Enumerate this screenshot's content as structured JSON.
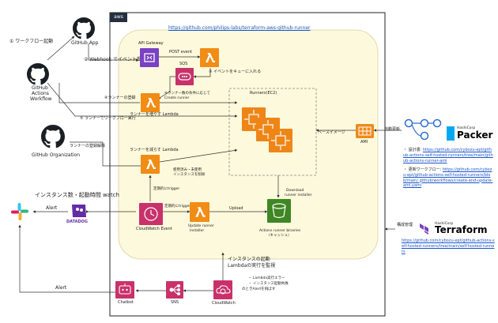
{
  "diagram": {
    "repo_url": "https://github.com/philips-labs/terraform-aws-github-runner",
    "aws_label": "aws",
    "nodes": {
      "github_app": "GitHub App",
      "github_actions": [
        "GitHub",
        "Actions",
        "Workflow"
      ],
      "github_org": "GitHub Organization",
      "api_gateway": "API Gateway",
      "sqs": "SQS",
      "runners": "Runners(EC2)",
      "ami": "AMI",
      "cloudwatch_event": "CloudWatch Event",
      "update_runner_installer": [
        "Update runner",
        "Installer"
      ],
      "s3": [
        "Actions runner binaries",
        "（キャッシュ）"
      ],
      "sns": "SNS",
      "cloudwatch": "CloudWatch",
      "chatbot": "Chatbot",
      "datadog": "DATADOG",
      "packer_brand": "HashiCorp",
      "packer": "Packer",
      "terraform_brand": "HashiCorp",
      "terraform": "Terraform"
    },
    "labels": {
      "workflow_start": "① ワークフロー起動",
      "webhook": "② Webhook でイベント受信",
      "post_event": "POST event",
      "enqueue": "③ イベントをキューに入れる",
      "register_runner": "④ランナーの登録",
      "create_runner_1": "④ランナー数の条件に応じて",
      "create_runner_2": "Create runner",
      "run_workflow": "⑤ ランナーでワークフロー実行",
      "scale_up_lambda": "ランナーを増やす Lambda",
      "deregister": "ランナーの登録解除",
      "scale_down_lambda": "ランナーを減らす Lambda",
      "unused_1": "使用済み・未使用",
      "unused_2": "インスタンスを削除",
      "periodic_trigger_1": "定期的にtrigger",
      "periodic_trigger_2": "定期的にtrigger",
      "upload": "Upload",
      "download_1": "Download",
      "download_2": "runner installer",
      "base_image": "ベースイメージ",
      "auto_update": "自動更新",
      "config_mgmt": "構成管理",
      "watch_title": "インスタンス数・起動時間 watch",
      "alert_1": "Alert",
      "alert_2": "Alert",
      "monitor_1": "インスタンスの起動",
      "monitor_2": "Lambdaの実行を監視",
      "err_1": "・ Lambda実行エラー",
      "err_2": "・ インスタンス起動失敗",
      "err_3": "のときAlertを飛ばす"
    },
    "notes": {
      "design_label": "・ 設計書: ",
      "design_link": "https://github.com/cybozu-ept/github-actions-self-hosted-runners/tree/main/github-actions-runner-ami",
      "workflow_label": "・ 更新ワークフロー: ",
      "workflow_link": "https://github.com/cybozu-ept/github-actions-self-hosted-runners/blob/main/.github/workflows/create-and-update-ami.yaml",
      "terraform_link": "https://github.com/cybozu-ept/github-actions-self-hosted-runners/tree/main/self-hosted-runners"
    },
    "icons": {
      "github": "github-octocat-icon",
      "lambda": "aws-lambda-icon",
      "api_gateway": "api-gateway-icon",
      "sqs": "sqs-queue-icon",
      "ec2": "ec2-instance-icon",
      "s3": "s3-bucket-icon",
      "cloudwatch": "cloudwatch-icon",
      "sns": "sns-icon",
      "chatbot": "chatbot-icon",
      "slack": "slack-icon",
      "datadog": "datadog-icon",
      "packer": "packer-icon",
      "terraform": "terraform-icon"
    },
    "colors": {
      "lambda": "#f18c15",
      "aws_region_fill": "#fdf9dc",
      "link": "#1a55c8",
      "integration_pink": "#c9316b",
      "api_purple": "#7a41c4",
      "s3_green": "#3f8624",
      "terraform_purple": "#7b42bc"
    }
  }
}
